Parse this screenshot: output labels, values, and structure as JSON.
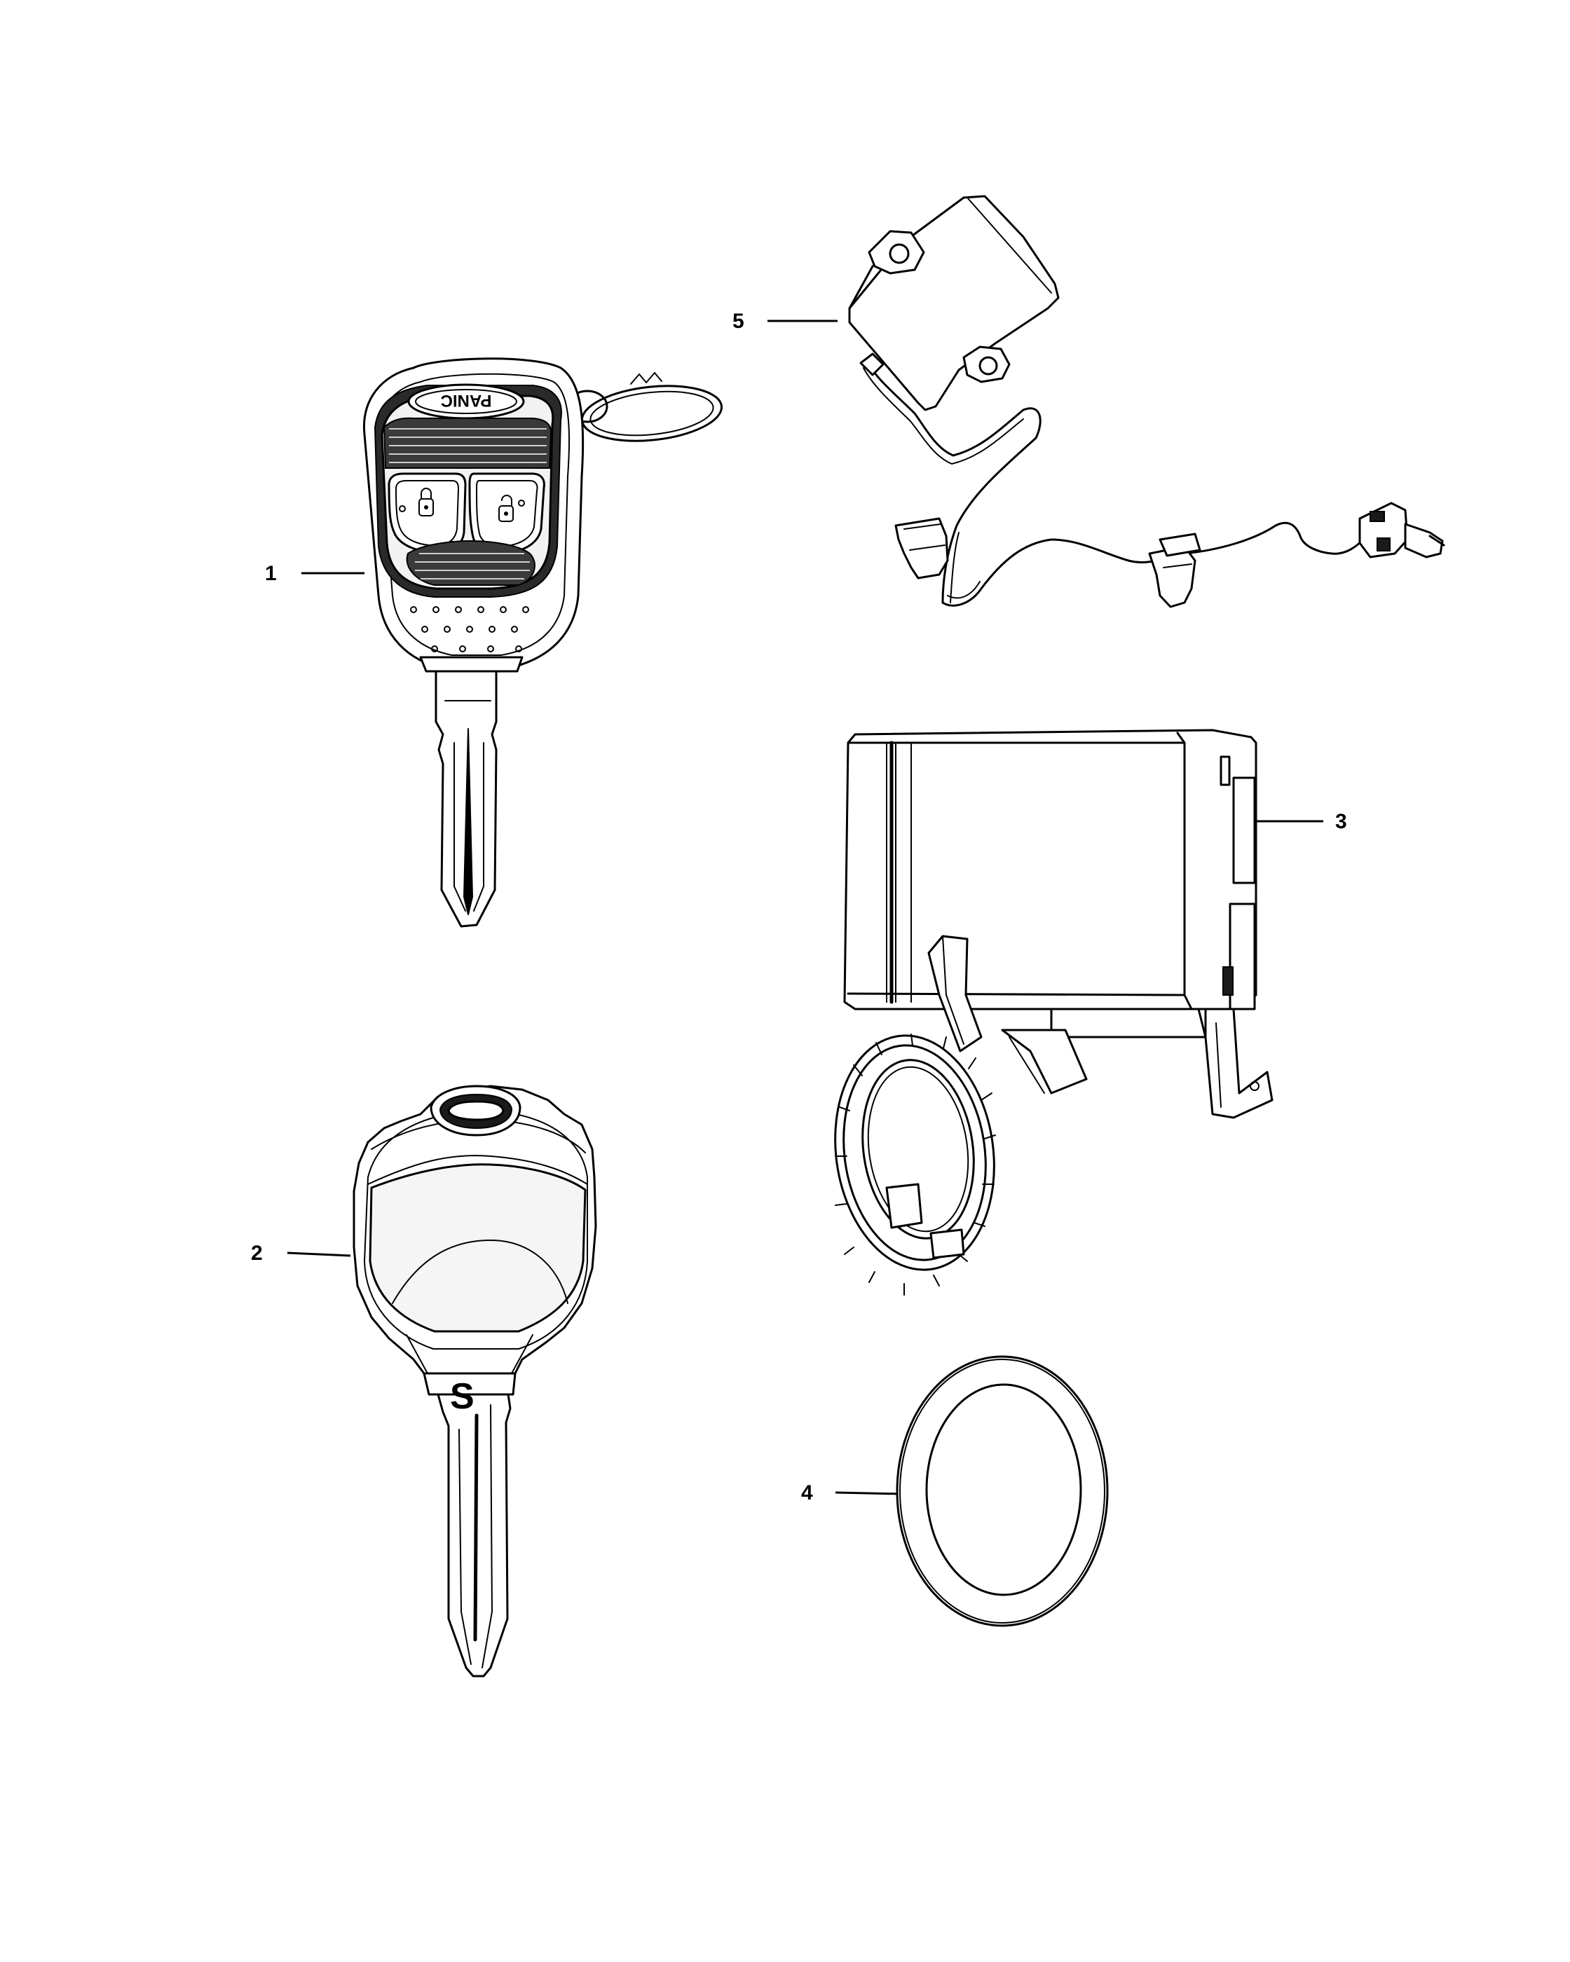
{
  "diagram": {
    "callouts": [
      {
        "id": "1",
        "label": "1",
        "part": "remote-key-fob"
      },
      {
        "id": "2",
        "label": "2",
        "part": "key-blank"
      },
      {
        "id": "3",
        "label": "3",
        "part": "immobilizer-module"
      },
      {
        "id": "4",
        "label": "4",
        "part": "ring"
      },
      {
        "id": "5",
        "label": "5",
        "part": "antenna-module"
      }
    ],
    "fob_button_text": "PANIC",
    "key_stamp_text": "S"
  }
}
